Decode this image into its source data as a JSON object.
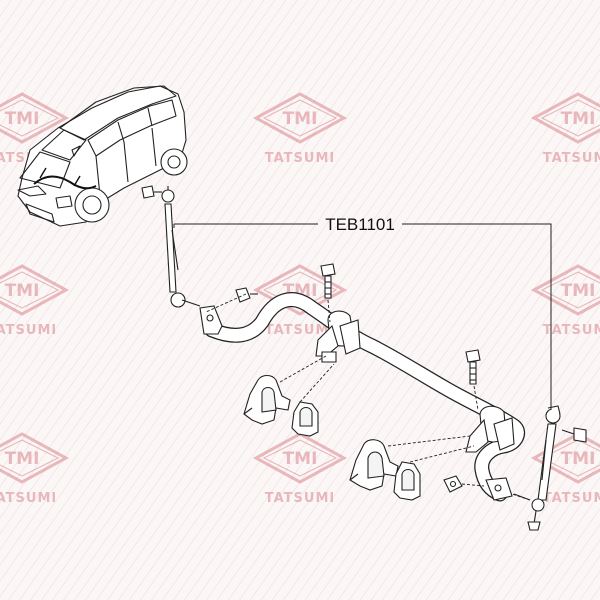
{
  "watermark": {
    "logo": "TMI",
    "brand": "TATSUMI",
    "color": "#d9868c"
  },
  "callout": {
    "part_number": "TEB1101"
  }
}
